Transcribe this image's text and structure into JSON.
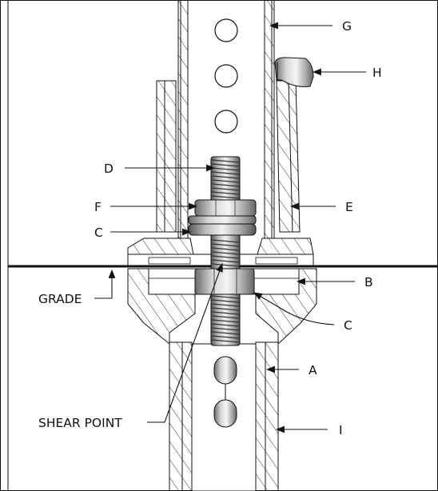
{
  "labels": {
    "A": "A",
    "B": "B",
    "C_upper": "C",
    "C_lower": "C",
    "D": "D",
    "E": "E",
    "F": "F",
    "G": "G",
    "H": "H",
    "I": "I",
    "grade": "GRADE",
    "shear_point": "SHEAR POINT"
  },
  "colors": {
    "line": "#111111",
    "hatch": "#333333",
    "steel_light": "#e8e8e8",
    "steel_mid": "#a8a8a8",
    "steel_dark": "#5c5c5c"
  }
}
